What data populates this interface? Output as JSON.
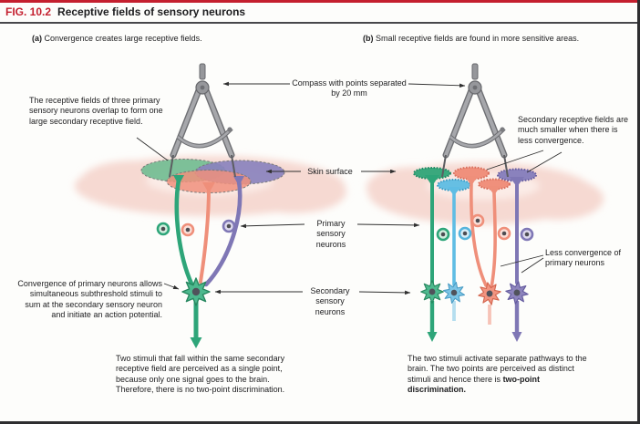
{
  "header": {
    "fig_label": "FIG. 10.2",
    "title": "Receptive fields of sensory neurons"
  },
  "panels": {
    "a": {
      "heading_label": "(a)",
      "heading": "Convergence creates large receptive fields.",
      "note_overlap": "The receptive fields of three primary sensory neurons overlap to form one large secondary receptive field.",
      "note_convergence": "Convergence of primary neurons allows simultaneous subthreshold stimuli to sum at the secondary sensory neuron and initiate an action potential.",
      "caption": "Two stimuli that fall within the same secondary receptive field are perceived as a single point, because only one signal goes to the brain. Therefore, there is no two-point discrimination."
    },
    "b": {
      "heading_label": "(b)",
      "heading": "Small receptive fields are found in more sensitive areas.",
      "note_fields": "Secondary receptive fields are much smaller when there is less convergence.",
      "note_less_convergence": "Less convergence of primary neurons",
      "caption": "The two stimuli activate separate pathways to the brain. The two points are perceived as distinct stimuli and hence there is ",
      "caption_bold": "two-point discrimination."
    }
  },
  "shared_labels": {
    "compass": "Compass with points separated by 20 mm",
    "skin": "Skin surface",
    "primary": "Primary sensory neurons",
    "secondary": "Secondary sensory neurons"
  },
  "colors": {
    "accent_red": "#c41f2e",
    "skin_pink": "#f6d9d2",
    "neuron_green": "#2ea579",
    "neuron_blue": "#5fbde4",
    "neuron_salmon": "#ef8f7a",
    "neuron_purple": "#7f77b5",
    "compass_gray": "#9b9ca0"
  },
  "icons": {
    "compass": "drafting-compass"
  }
}
